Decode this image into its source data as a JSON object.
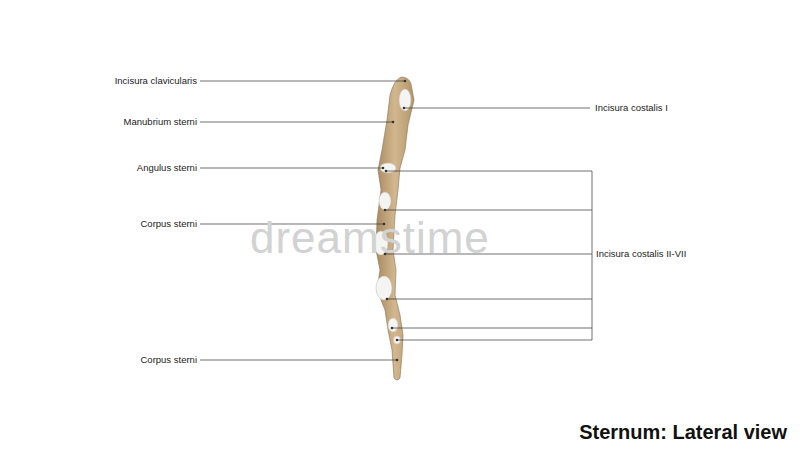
{
  "diagram": {
    "title": "Sternum: Lateral view",
    "labels": [
      "Incisura clavicularis",
      "Manubrium sterni",
      "Angulus sterni",
      "Corpus sterni",
      "Incisura costalis I",
      "Incisura costalis II-VII",
      "Corpus sterni",
      "dreamstime"
    ]
  }
}
